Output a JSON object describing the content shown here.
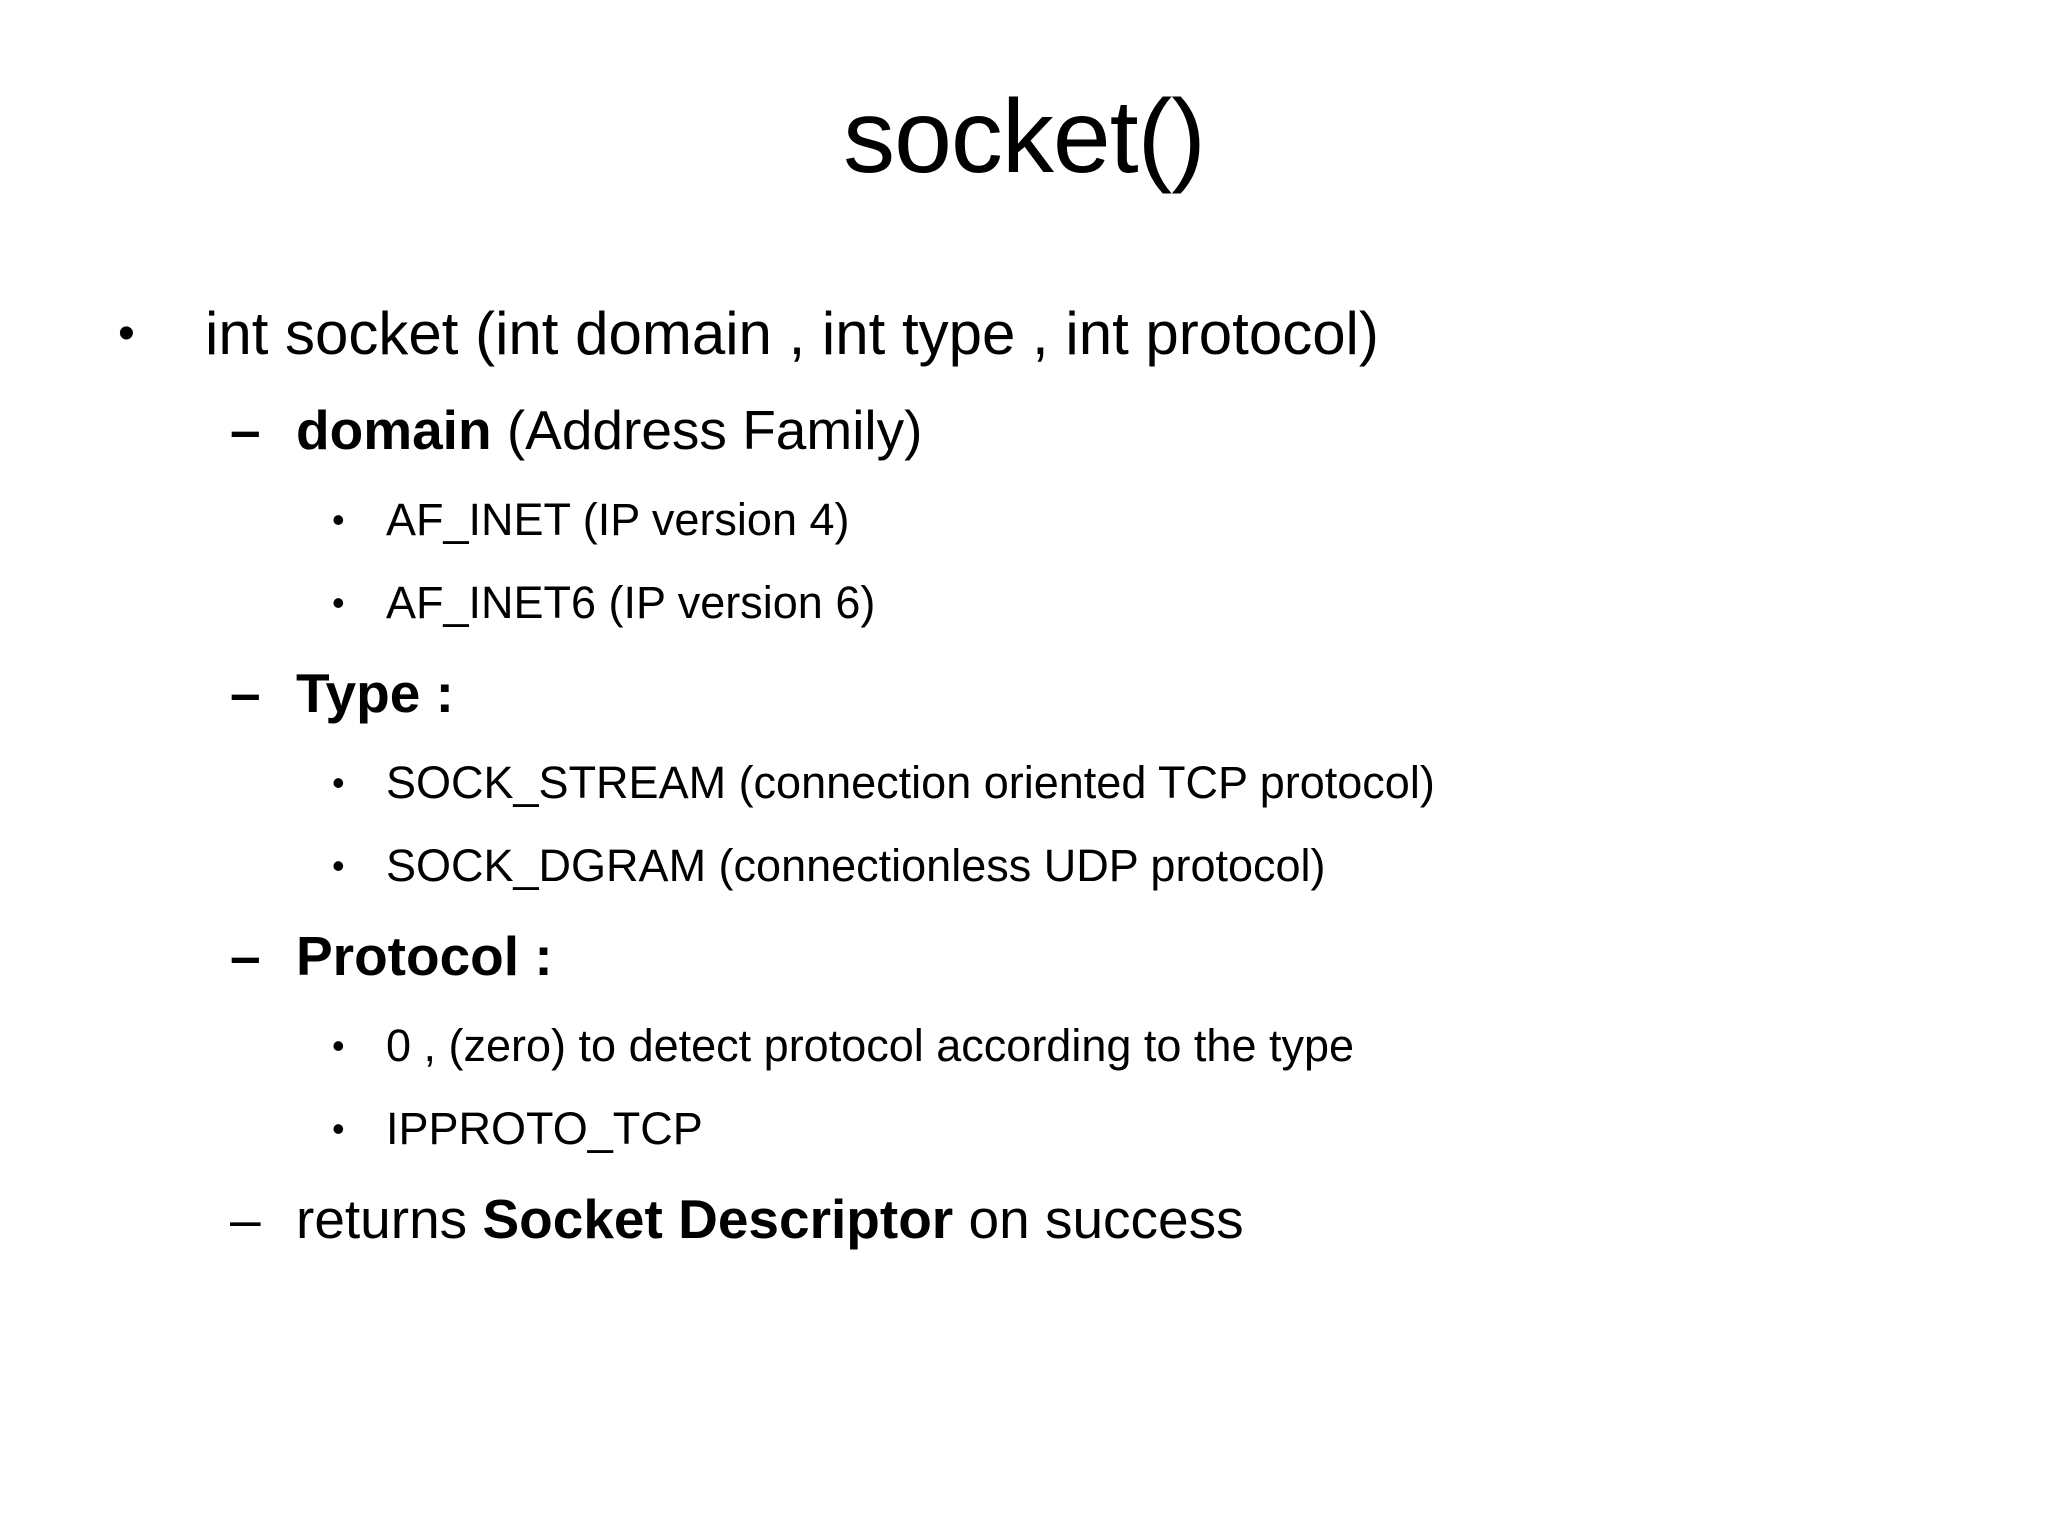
{
  "slide": {
    "title": "socket()",
    "colors": {
      "background": "#ffffff",
      "text": "#000000"
    },
    "glyphs": {
      "level1_bullet": "•",
      "level2_dash": "–",
      "level3_bullet": "•"
    },
    "content": {
      "signature": "int socket (int domain , int type , int protocol)",
      "domain": {
        "label": "domain",
        "suffix": " (Address Family)",
        "items": [
          "AF_INET (IP version 4)",
          "AF_INET6 (IP version 6)"
        ]
      },
      "type": {
        "label": "Type :",
        "items": [
          "SOCK_STREAM (connection oriented TCP protocol)",
          "SOCK_DGRAM (connectionless UDP protocol)"
        ]
      },
      "protocol": {
        "label": "Protocol :",
        "items": [
          "0 , (zero) to detect protocol according to the type",
          "IPPROTO_TCP"
        ]
      },
      "returns": {
        "prefix": "returns ",
        "emph": "Socket Descriptor",
        "suffix": " on success"
      }
    }
  }
}
